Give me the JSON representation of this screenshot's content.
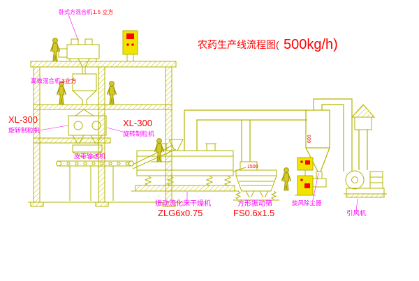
{
  "title": {
    "part1": "农药生产线流程图(",
    "part2": "500kg/h)"
  },
  "labels": {
    "top_mixer_name": "卧式方混合机",
    "top_mixer_spec": "1.5 立方",
    "mixer2_name": "高效混合机",
    "mixer2_spec": "3立方",
    "granulator1_model": "XL-300",
    "granulator1_name": "旋转制粒机",
    "granulator2_model": "XL-300",
    "granulator2_name": "旋转制粒机",
    "belt_conveyor": "皮带输送机",
    "dryer_name": "振动流化床干燥机",
    "dryer_model": "ZLG6x0.75",
    "screen_name": "方形振动筛",
    "screen_model": "FS0.6x1.5",
    "cyclone_name": "旋风除尘器",
    "fan_name": "引风机"
  },
  "dims": {
    "screen_width": "1500",
    "cyclone_dia": "600"
  },
  "colors": {
    "line": "#b3b300",
    "cabinet_fill": "#f2e400",
    "magenta_text": "#ff00ff",
    "red_text": "#ff0000",
    "background": "#ffffff"
  }
}
